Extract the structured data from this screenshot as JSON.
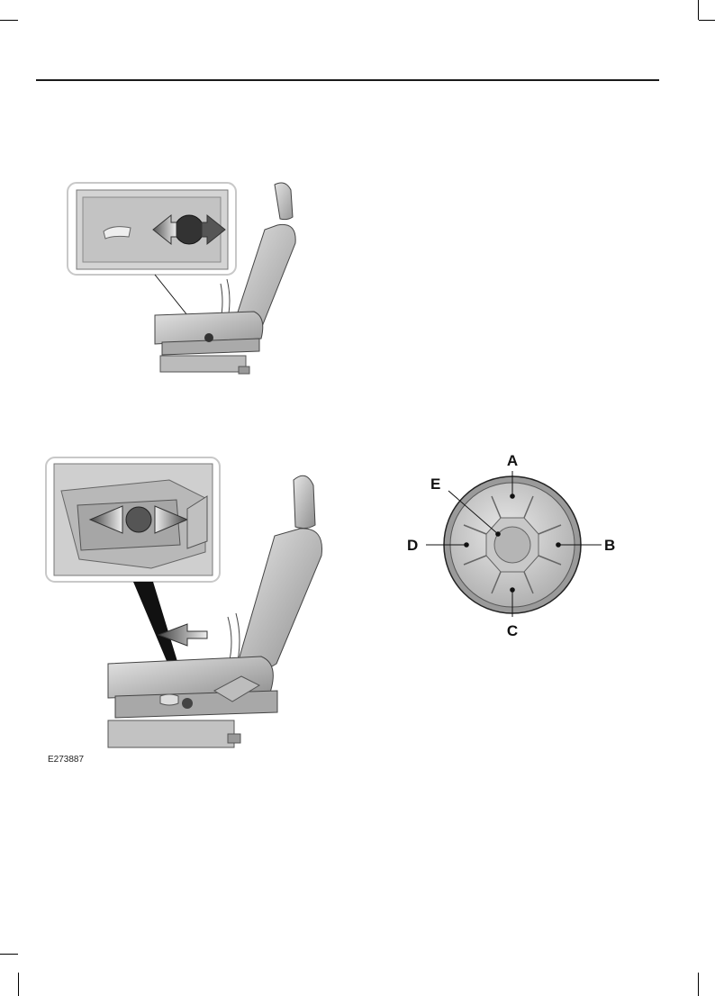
{
  "figure_id": "E273887",
  "control_labels": {
    "a": "A",
    "b": "B",
    "c": "C",
    "d": "D",
    "e": "E"
  }
}
